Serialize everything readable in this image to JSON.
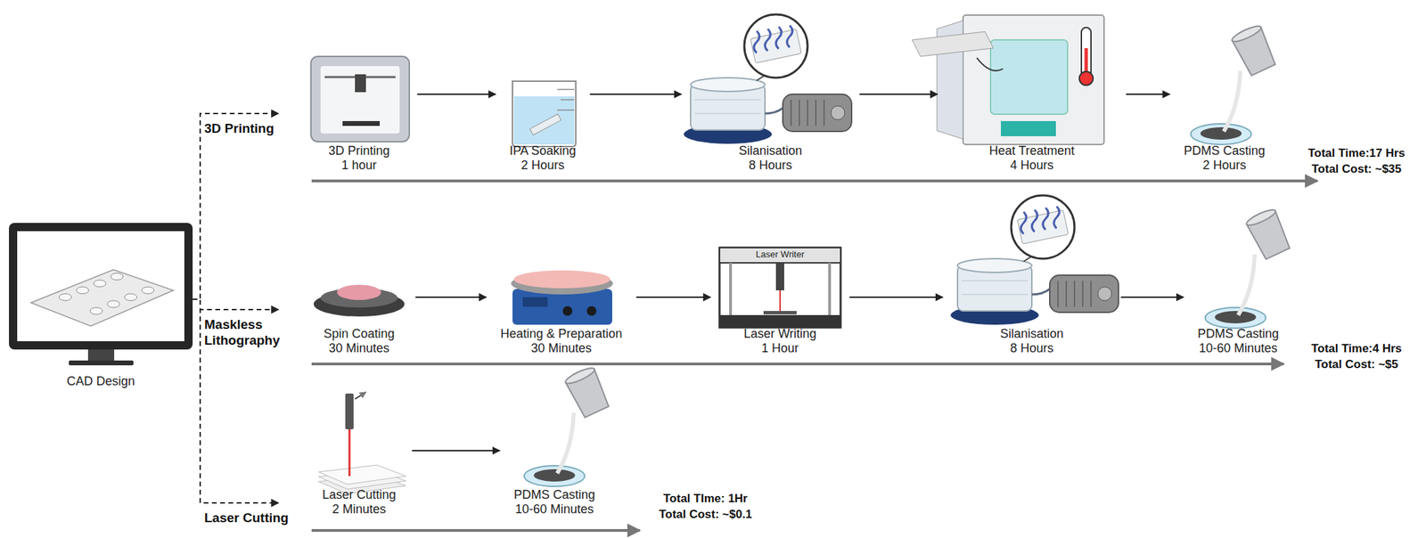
{
  "diagram": {
    "nodes": [
      {
        "text": [
          "CAD Design"
        ]
      },
      {
        "text": [
          "3D Printing"
        ]
      },
      {
        "text": [
          "3D Printing",
          "1 hour"
        ]
      },
      {
        "text": [
          "IPA Soaking",
          "2 Hours"
        ]
      },
      {
        "text": [
          "Silanisation",
          "8 Hours"
        ]
      },
      {
        "text": [
          "Heat Treatment",
          "4 Hours"
        ]
      },
      {
        "text": [
          "PDMS Casting",
          "2 Hours"
        ]
      },
      {
        "text": [
          "Maskless Lithography"
        ]
      },
      {
        "text": [
          "Spin Coating",
          "30 Minutes"
        ]
      },
      {
        "text": [
          "Heating & Preparation",
          "30 Minutes"
        ]
      },
      {
        "text": [
          "Laser Writing",
          "1 Hour"
        ]
      },
      {
        "text": [
          "Silanisation",
          "8 Hours"
        ]
      },
      {
        "text": [
          "PDMS Casting",
          "10-60 Minutes"
        ]
      },
      {
        "text": [
          "Laser Cutting"
        ]
      },
      {
        "text": [
          "Laser Cutting",
          "2 Minutes"
        ]
      },
      {
        "text": [
          "PDMS Casting",
          "10-60 Minutes"
        ]
      }
    ],
    "edges": [
      {
        "from": 0,
        "to": 1,
        "arrow": "to"
      },
      {
        "from": 0,
        "to": 7,
        "arrow": "to"
      },
      {
        "from": 0,
        "to": 13,
        "arrow": "to"
      },
      {
        "from": 2,
        "to": 3,
        "arrow": "to"
      },
      {
        "from": 3,
        "to": 4,
        "arrow": "to"
      },
      {
        "from": 4,
        "to": 5,
        "arrow": "to"
      },
      {
        "from": 5,
        "to": 6,
        "arrow": "to"
      },
      {
        "from": 8,
        "to": 9,
        "arrow": "to"
      },
      {
        "from": 9,
        "to": 10,
        "arrow": "to"
      },
      {
        "from": 10,
        "to": 11,
        "arrow": "to"
      },
      {
        "from": 11,
        "to": 12,
        "arrow": "to"
      },
      {
        "from": 14,
        "to": 15,
        "arrow": "to"
      }
    ],
    "labels": [
      "Laser Writer",
      "Total Time:17 Hrs",
      "Total Cost: ~$35",
      "Total Time:4 Hrs",
      "Total Cost: ~$5",
      "Total TIme: 1Hr",
      "Total Cost: ~$0.1"
    ]
  }
}
